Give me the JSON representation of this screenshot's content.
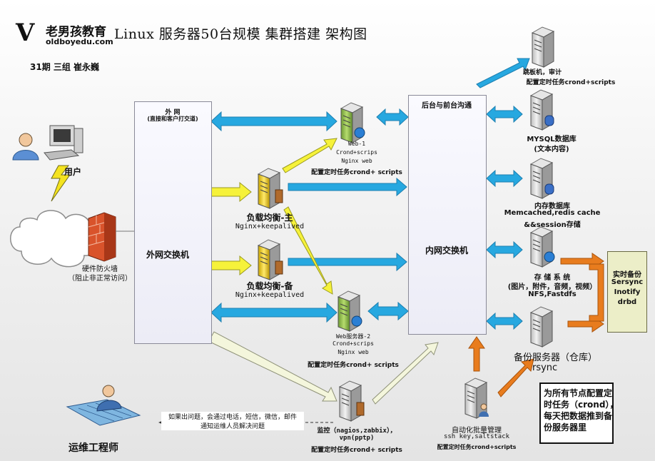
{
  "header": {
    "logo_text": "老男孩教育",
    "logo_url": "oldboyedu.com",
    "title": "Linux 服务器50台规模 集群搭建 架构图",
    "author": "31期 三组 崔永巍"
  },
  "nodes": {
    "user": "用户",
    "firewall": [
      "硬件防火墙",
      "（阻止非正常访问）"
    ],
    "outer_switch": "外网交换机",
    "outer_net": [
      "外  网",
      "(直接和客户打交道)"
    ],
    "lb_master": [
      "负载均衡-主",
      "Nginx+keepalived"
    ],
    "lb_backup": [
      "负载均衡-备",
      "Nginx+keepalived"
    ],
    "web1": [
      "Web-1",
      "Crond+scrips",
      "Nginx web",
      "配置定时任务crond+ scripts"
    ],
    "web2": [
      "Web服务器-2",
      "Crond+scrips",
      "Nginx web",
      "配置定时任务crond+ scripts"
    ],
    "backend_comm": "后台与前台沟通",
    "inner_switch": "内网交换机",
    "jump": [
      "跳板机，审计",
      "配置定时任务crond+scripts"
    ],
    "mysql": [
      "MYSQL数据库",
      "(文本内容)"
    ],
    "cache": [
      "内存数据库",
      "Memcached,redis cache",
      "&&session存储"
    ],
    "storage": [
      "存 储 系 统",
      "(图片，附件，音频，视频）",
      "NFS,Fastdfs"
    ],
    "realtime_backup": [
      "实时备份",
      "Sersync",
      "Inotify",
      "drbd"
    ],
    "backup_server": [
      "备份服务器（仓库）",
      "rsync"
    ],
    "cron_note": [
      "为所有节点配置定",
      "时任务（crond），",
      "每天把数据推到备",
      "份服务器里"
    ],
    "automation": [
      "自动化批量管理",
      "ssh key,saltstack",
      "配置定时任务crond+scripts"
    ],
    "monitor": [
      "监控（nagios,zabbix），",
      "vpn(pptp)",
      "配置定时任务crond+ scripts"
    ],
    "alert": [
      "如果出问题，会通过电话，短信，微信，邮件",
      "通知运维人员解决问题"
    ],
    "ops": "运维工程师"
  }
}
